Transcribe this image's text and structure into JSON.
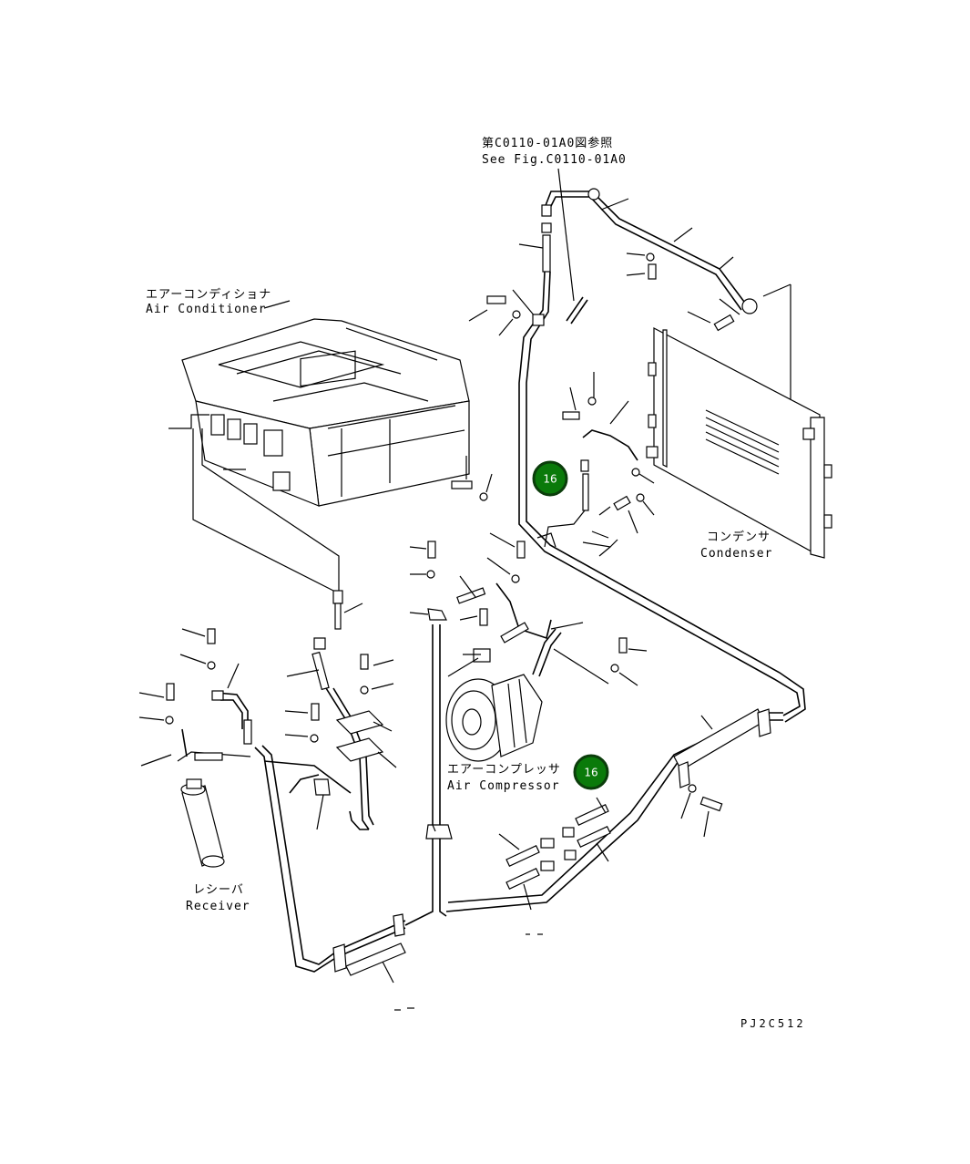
{
  "labels": {
    "ref_jp": "第C0110-01A0図参照",
    "ref_en": "See Fig.C0110-01A0",
    "air_conditioner_jp": "エアーコンディショナ",
    "air_conditioner_en": "Air Conditioner",
    "condenser_jp": "コンデンサ",
    "condenser_en": "Condenser",
    "air_compressor_jp": "エアーコンプレッサ",
    "air_compressor_en": "Air Compressor",
    "receiver_jp": "レシーバ",
    "receiver_en": "Receiver",
    "drawing_code": "PJ2C512"
  },
  "badges": [
    {
      "label": "16",
      "color": "#0a7a0a"
    },
    {
      "label": "16",
      "color": "#0a7a0a"
    }
  ],
  "colors": {
    "line": "#000000",
    "background": "#ffffff",
    "badge": "#0a7a0a"
  }
}
